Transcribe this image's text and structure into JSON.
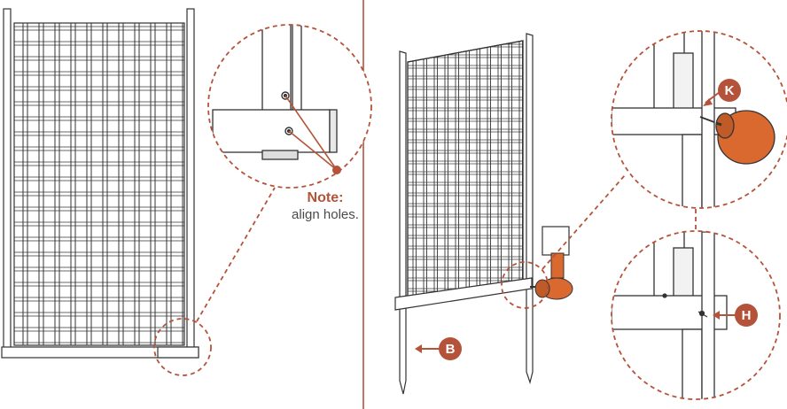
{
  "note": {
    "title": "Note:",
    "text": "align holes."
  },
  "callouts": {
    "k": "K",
    "h": "H",
    "b": "B"
  },
  "colors": {
    "accent": "#b5533a",
    "line": "#333333",
    "tool": "#d9692f",
    "text": "#4a4a4a"
  }
}
